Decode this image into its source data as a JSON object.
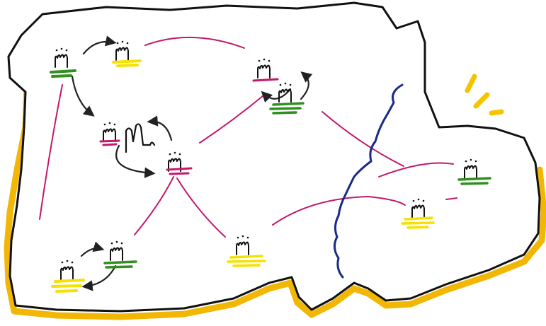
{
  "colors": {
    "background": "#ffffff",
    "outline": "#111111",
    "rim_shadow": "#f2b705",
    "route_line": "#c2186a",
    "river": "#1b2a8a",
    "marker_green": "#2f8f1f",
    "marker_yellow": "#f5e200",
    "marker_magenta": "#c2186a",
    "arrow": "#222222",
    "light_rays": "#f5c400"
  },
  "icons": {
    "settlement": "factory-icon",
    "transfer_arrow": "curved-arrow-icon",
    "light": "sun-rays-icon"
  },
  "settlements": [
    {
      "id": "top-left",
      "color": "green"
    },
    {
      "id": "top-small",
      "color": "yellow"
    },
    {
      "id": "center-left",
      "color": "magenta"
    },
    {
      "id": "center-right",
      "color": "magenta"
    },
    {
      "id": "top-center",
      "color": "magenta"
    },
    {
      "id": "top-center-lower",
      "color": "green"
    },
    {
      "id": "bottom-left",
      "color": "yellow"
    },
    {
      "id": "bottom-left-upper",
      "color": "green"
    },
    {
      "id": "bottom-center",
      "color": "yellow"
    },
    {
      "id": "right-lower",
      "color": "yellow"
    },
    {
      "id": "right-upper",
      "color": "green"
    }
  ]
}
